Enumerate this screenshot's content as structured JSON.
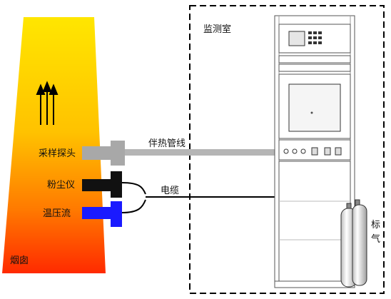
{
  "labels": {
    "monitoring_room": "监测室",
    "heated_line": "伴热管线",
    "cable": "电缆",
    "sampling_probe": "采样探头",
    "dust_meter": "粉尘仪",
    "temp_press_flow": "温压流",
    "chimney": "烟囱",
    "standard_gas_1": "标",
    "standard_gas_2": "气"
  },
  "colors": {
    "chimney_top": "#ffe600",
    "chimney_mid": "#ffb000",
    "chimney_bottom": "#ff2a00",
    "probe": "#a8a8a8",
    "dust_meter": "#111111",
    "flow_meter": "#1a1aff",
    "cabinet_line": "#555555",
    "room_border": "#000000"
  },
  "icons": {
    "flow_arrows": "up-arrows-icon",
    "gas_cylinders": "gas-cylinder-icon"
  }
}
